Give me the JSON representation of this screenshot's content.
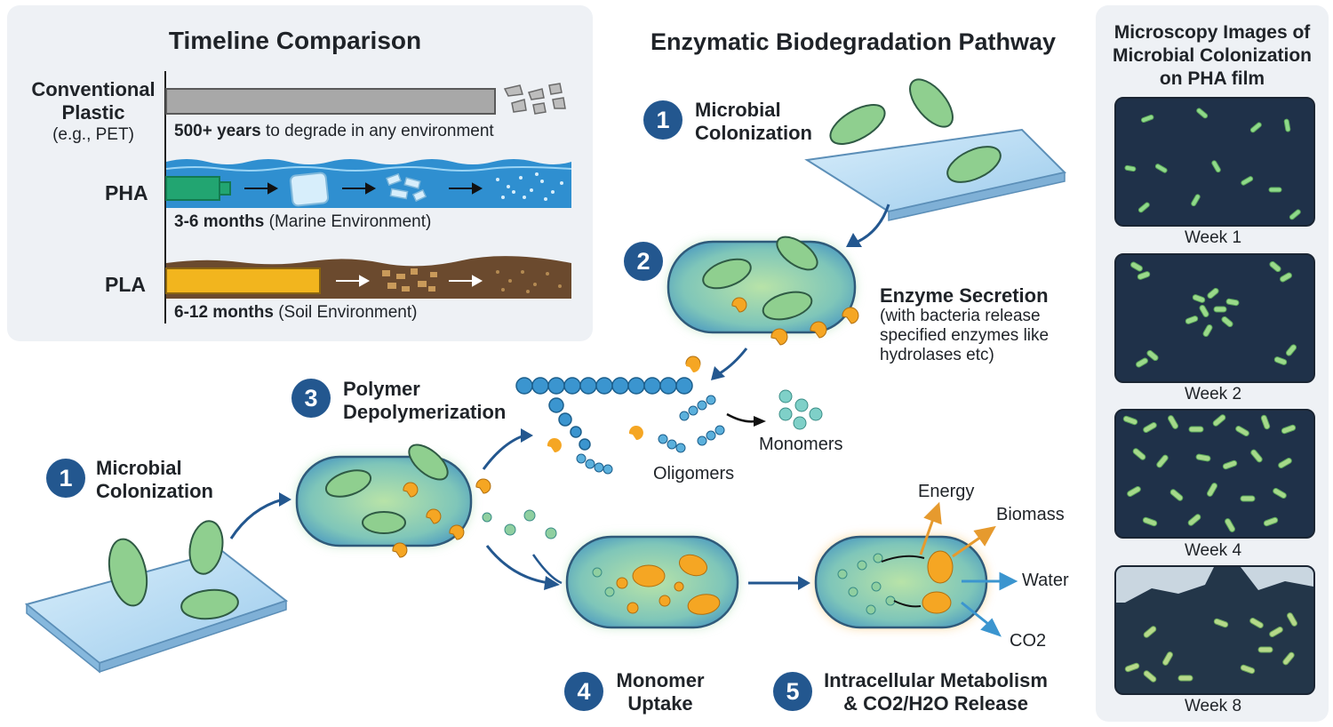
{
  "timeline": {
    "title": "Timeline Comparison",
    "rows": [
      {
        "name": "Conventional Plastic",
        "sub": "(e.g., PET)",
        "bold": "500+ years",
        "rest": " to degrade in any environment"
      },
      {
        "name": "PHA",
        "sub": "",
        "bold": "3-6 months",
        "rest": " (Marine Environment)"
      },
      {
        "name": "PLA",
        "sub": "",
        "bold": "6-12 months",
        "rest": " (Soil Environment)"
      }
    ]
  },
  "pathway": {
    "title": "Enzymatic Biodegradation Pathway",
    "steps": [
      {
        "n": "1",
        "label": "Microbial Colonization"
      },
      {
        "n": "2",
        "label": "Enzyme Secretion",
        "desc": "(with bacteria release specified enzymes like hydrolases etc)"
      },
      {
        "n": "3",
        "label": "Polymer Depolymerization"
      },
      {
        "n": "4",
        "label": "Monomer Uptake"
      },
      {
        "n": "5",
        "label": "Intracellular Metabolism & CO2/H2O Release"
      }
    ],
    "left_step": {
      "n": "1",
      "label": "Microbial Colonization"
    },
    "labels": {
      "oligomers": "Oligomers",
      "monomers": "Monomers",
      "energy": "Energy",
      "biomass": "Biomass",
      "water": "Water",
      "co2": "CO2"
    }
  },
  "microscopy": {
    "title": "Microscopy Images of Microbial Colonization on PHA film",
    "weeks": [
      "Week 1",
      "Week 2",
      "Week 4",
      "Week 8"
    ]
  },
  "colors": {
    "badge": "#23578f",
    "panel": "#eef1f5",
    "marine": "#2f8fd0",
    "soil": "#6b4a2e",
    "pla": "#f2b51e",
    "pha": "#22a571",
    "enzyme": "#f5a623",
    "cell": "#4e9cc0"
  }
}
